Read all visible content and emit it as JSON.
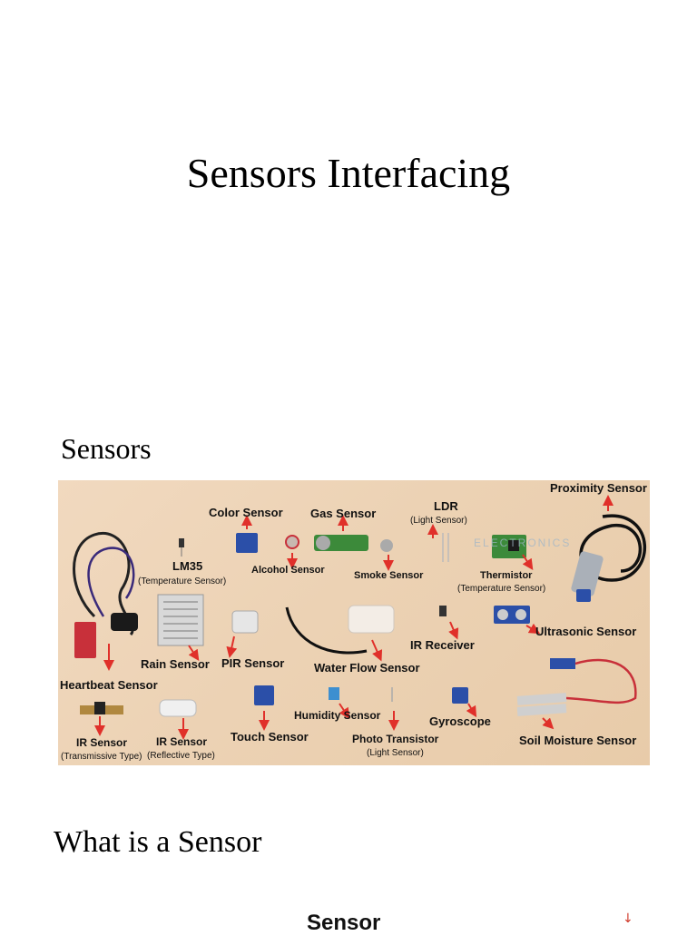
{
  "slide": {
    "title": "Sensors Interfacing",
    "section_heading": "Sensors",
    "question_heading": "What is a Sensor",
    "next_diagram_title": "Sensor"
  },
  "photo": {
    "watermark": "ELECTRONICS",
    "labels": {
      "proximity": "Proximity Sensor",
      "color": "Color Sensor",
      "gas": "Gas Sensor",
      "ldr": "LDR",
      "ldr_sub": "(Light Sensor)",
      "lm35": "LM35",
      "lm35_sub": "(Temperature Sensor)",
      "alcohol": "Alcohol Sensor",
      "smoke": "Smoke Sensor",
      "thermistor": "Thermistor",
      "thermistor_sub": "(Temperature Sensor)",
      "ultrasonic": "Ultrasonic Sensor",
      "rain": "Rain Sensor",
      "pir": "PIR Sensor",
      "water_flow": "Water Flow Sensor",
      "ir_receiver": "IR Receiver",
      "heartbeat": "Heartbeat Sensor",
      "ir_trans": "IR Sensor",
      "ir_trans_sub": "(Transmissive Type)",
      "ir_refl": "IR Sensor",
      "ir_refl_sub": "(Reflective Type)",
      "touch": "Touch Sensor",
      "humidity": "Humidity Sensor",
      "photo_transistor": "Photo Transistor",
      "photo_transistor_sub": "(Light Sensor)",
      "gyroscope": "Gyroscope",
      "soil": "Soil Moisture Sensor"
    }
  },
  "colors": {
    "arrow": "#e0302a",
    "board_red": "#c8303a",
    "board_blue": "#2b4fa8",
    "board_green": "#3c8a3a",
    "wood": "#ecd2b4"
  }
}
